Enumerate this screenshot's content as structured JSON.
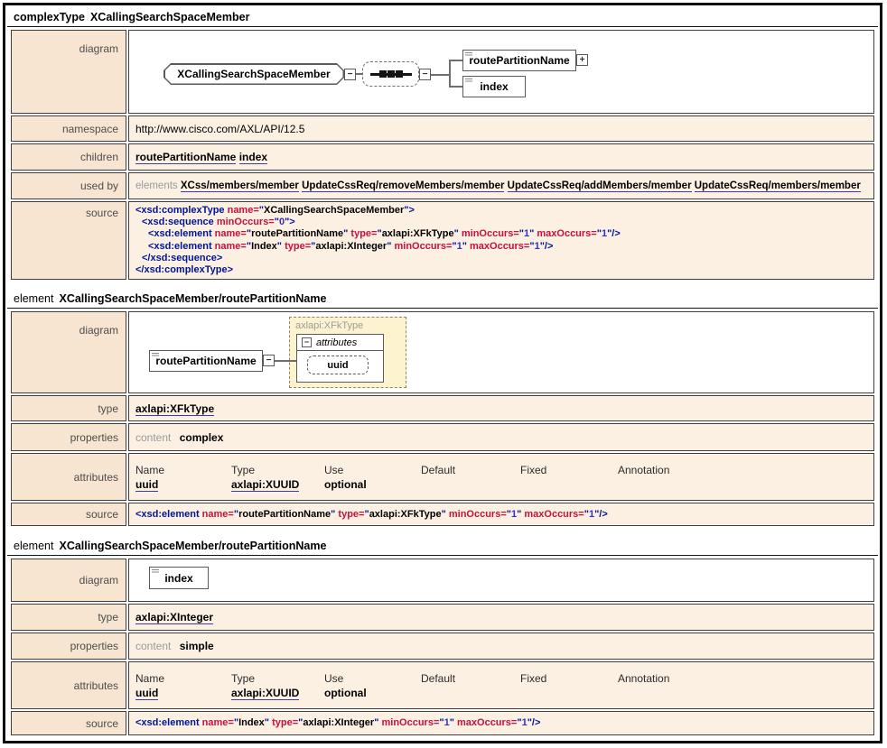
{
  "colors": {
    "label_bg": "#f8e5d1",
    "cell_bg": "#fcf0e3",
    "type_box_bg": "#fdf3cf",
    "source_tag": "#001496",
    "source_attr": "#c80f3e",
    "source_number": "#3030c4",
    "link_underline": "#3b3bab"
  },
  "icons": {
    "collapse": "−",
    "expand": "+"
  },
  "labels": {
    "diagram": "diagram",
    "namespace": "namespace",
    "children": "children",
    "used_by": "used by",
    "source": "source",
    "type": "type",
    "properties": "properties",
    "attributes": "attributes"
  },
  "sections": {
    "s1": {
      "header": {
        "prefix": "complexType",
        "name": "XCallingSearchSpaceMember"
      },
      "diagram": {
        "root": "XCallingSearchSpaceMember",
        "child1": "routePartitionName",
        "child2": "index"
      },
      "namespace": "http://www.cisco.com/AXL/API/12.5",
      "children_links": [
        "routePartitionName",
        "index"
      ],
      "used_by": {
        "prefix": "elements",
        "links": [
          "XCss/members/member",
          "UpdateCssReq/removeMembers/member",
          "UpdateCssReq/addMembers/member",
          "UpdateCssReq/members/member"
        ]
      },
      "source": [
        {
          "indent": 0,
          "tokens": [
            [
              "t",
              "<xsd:complexType "
            ],
            [
              "a",
              "name="
            ],
            [
              "q",
              "\""
            ],
            [
              "v",
              "XCallingSearchSpaceMember"
            ],
            [
              "q",
              "\""
            ],
            [
              "t",
              ">"
            ]
          ]
        },
        {
          "indent": 1,
          "tokens": [
            [
              "t",
              "<xsd:sequence "
            ],
            [
              "a",
              "minOccurs="
            ],
            [
              "q",
              "\""
            ],
            [
              "n",
              "0"
            ],
            [
              "q",
              "\""
            ],
            [
              "t",
              ">"
            ]
          ]
        },
        {
          "indent": 2,
          "tokens": [
            [
              "t",
              "<xsd:element "
            ],
            [
              "a",
              "name="
            ],
            [
              "q",
              "\""
            ],
            [
              "v",
              "routePartitionName"
            ],
            [
              "q",
              "\" "
            ],
            [
              "a",
              "type="
            ],
            [
              "q",
              "\""
            ],
            [
              "v",
              "axlapi:XFkType"
            ],
            [
              "q",
              "\" "
            ],
            [
              "a",
              "minOccurs="
            ],
            [
              "q",
              "\""
            ],
            [
              "n",
              "1"
            ],
            [
              "q",
              "\" "
            ],
            [
              "a",
              "maxOccurs="
            ],
            [
              "q",
              "\""
            ],
            [
              "n",
              "1"
            ],
            [
              "q",
              "\""
            ],
            [
              "t",
              "/>"
            ]
          ]
        },
        {
          "indent": 2,
          "tokens": [
            [
              "t",
              "<xsd:element "
            ],
            [
              "a",
              "name="
            ],
            [
              "q",
              "\""
            ],
            [
              "v",
              "Index"
            ],
            [
              "q",
              "\" "
            ],
            [
              "a",
              "type="
            ],
            [
              "q",
              "\""
            ],
            [
              "v",
              "axlapi:XInteger"
            ],
            [
              "q",
              "\" "
            ],
            [
              "a",
              "minOccurs="
            ],
            [
              "q",
              "\""
            ],
            [
              "n",
              "1"
            ],
            [
              "q",
              "\" "
            ],
            [
              "a",
              "maxOccurs="
            ],
            [
              "q",
              "\""
            ],
            [
              "n",
              "1"
            ],
            [
              "q",
              "\""
            ],
            [
              "t",
              "/>"
            ]
          ]
        },
        {
          "indent": 1,
          "tokens": [
            [
              "t",
              "</xsd:sequence>"
            ]
          ]
        },
        {
          "indent": 0,
          "tokens": [
            [
              "t",
              "</xsd:complexType>"
            ]
          ]
        }
      ]
    },
    "s2": {
      "header": {
        "prefix": "element",
        "name": "XCallingSearchSpaceMember/routePartitionName"
      },
      "diagram": {
        "element": "routePartitionName",
        "type_label": "axlapi:XFkType",
        "attributes_label": "attributes",
        "attribute": "uuid"
      },
      "type_link": "axlapi:XFkType",
      "properties": {
        "label": "content",
        "value": "complex"
      },
      "attributes": {
        "headers": [
          "Name",
          "Type",
          "Use",
          "Default",
          "Fixed",
          "Annotation"
        ],
        "rows": [
          {
            "name": "uuid",
            "type": "axlapi:XUUID",
            "use": "optional",
            "default": "",
            "fixed": "",
            "annotation": ""
          }
        ]
      },
      "source": [
        {
          "indent": 0,
          "tokens": [
            [
              "t",
              "<xsd:element "
            ],
            [
              "a",
              "name="
            ],
            [
              "q",
              "\""
            ],
            [
              "v",
              "routePartitionName"
            ],
            [
              "q",
              "\" "
            ],
            [
              "a",
              "type="
            ],
            [
              "q",
              "\""
            ],
            [
              "v",
              "axlapi:XFkType"
            ],
            [
              "q",
              "\" "
            ],
            [
              "a",
              "minOccurs="
            ],
            [
              "q",
              "\""
            ],
            [
              "n",
              "1"
            ],
            [
              "q",
              "\" "
            ],
            [
              "a",
              "maxOccurs="
            ],
            [
              "q",
              "\""
            ],
            [
              "n",
              "1"
            ],
            [
              "q",
              "\""
            ],
            [
              "t",
              "/>"
            ]
          ]
        }
      ]
    },
    "s3": {
      "header": {
        "prefix": "element",
        "name": "XCallingSearchSpaceMember/routePartitionName"
      },
      "diagram": {
        "element": "index"
      },
      "type_link": "axlapi:XInteger",
      "properties": {
        "label": "content",
        "value": "simple"
      },
      "attributes": {
        "headers": [
          "Name",
          "Type",
          "Use",
          "Default",
          "Fixed",
          "Annotation"
        ],
        "rows": [
          {
            "name": "uuid",
            "type": "axlapi:XUUID",
            "use": "optional",
            "default": "",
            "fixed": "",
            "annotation": ""
          }
        ]
      },
      "source": [
        {
          "indent": 0,
          "tokens": [
            [
              "t",
              "<xsd:element "
            ],
            [
              "a",
              "name="
            ],
            [
              "q",
              "\""
            ],
            [
              "v",
              "Index"
            ],
            [
              "q",
              "\" "
            ],
            [
              "a",
              "type="
            ],
            [
              "q",
              "\""
            ],
            [
              "v",
              "axlapi:XInteger"
            ],
            [
              "q",
              "\" "
            ],
            [
              "a",
              "minOccurs="
            ],
            [
              "q",
              "\""
            ],
            [
              "n",
              "1"
            ],
            [
              "q",
              "\" "
            ],
            [
              "a",
              "maxOccurs="
            ],
            [
              "q",
              "\""
            ],
            [
              "n",
              "1"
            ],
            [
              "q",
              "\""
            ],
            [
              "t",
              "/>"
            ]
          ]
        }
      ]
    }
  }
}
